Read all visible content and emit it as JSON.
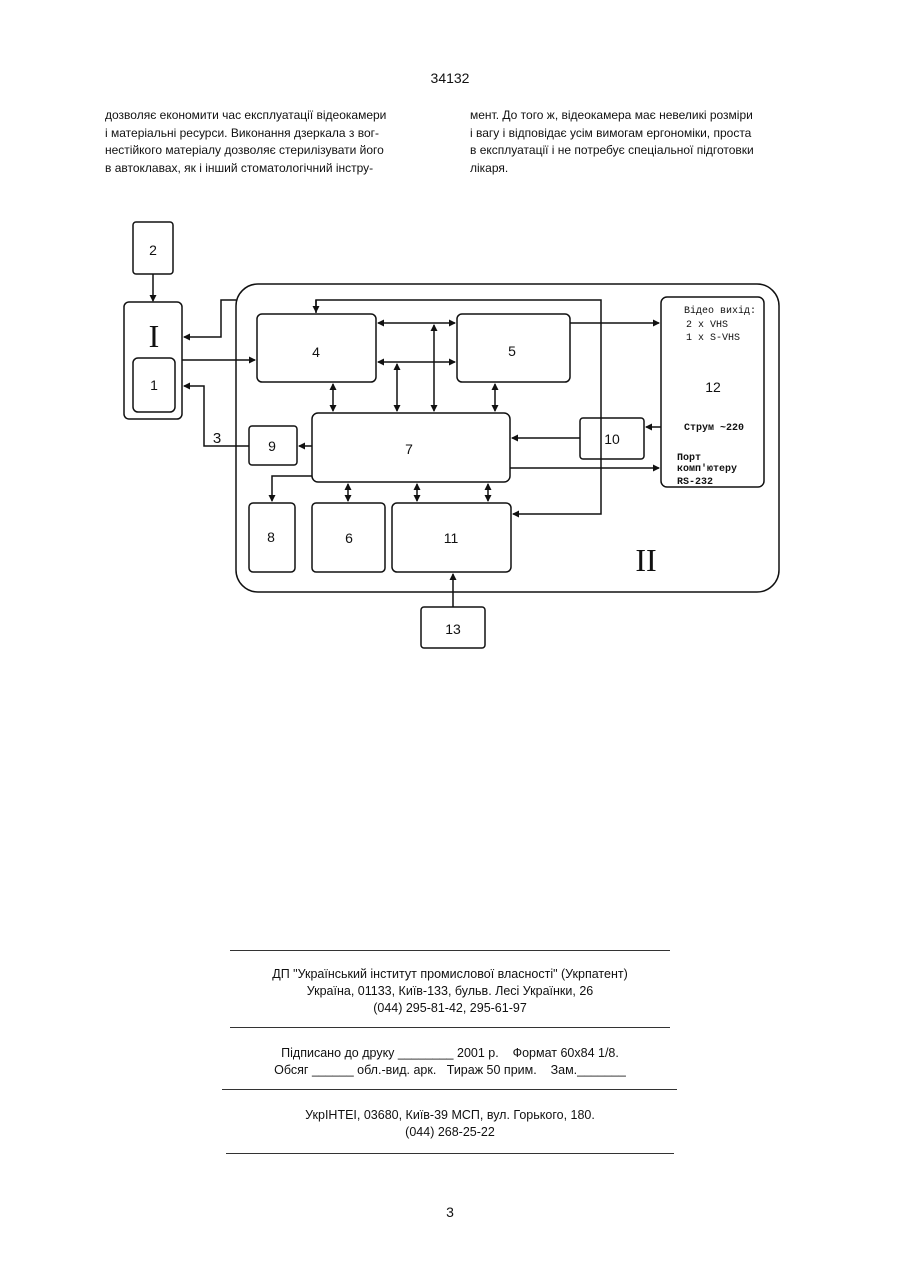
{
  "header": {
    "patent_number": "34132"
  },
  "body_text": {
    "left_column": [
      "дозволяє економити час експлуатації відеокамери",
      "і матеріальні ресурси. Виконання дзеркала з вог-",
      "нестійкого матеріалу дозволяє стерилізувати його",
      "в автоклавах, як і інший стоматологічний інстру-"
    ],
    "right_column": [
      "мент. До того ж, відеокамера має невеликі розміри",
      "і вагу і відповідає усім вимогам ергономіки, проста",
      "в експлуатації і не потребує спеціальної підготовки",
      "лікаря."
    ]
  },
  "diagram": {
    "blocks": {
      "b1": "1",
      "b2": "2",
      "b4": "4",
      "b5": "5",
      "b6": "6",
      "b7": "7",
      "b8": "8",
      "b9": "9",
      "b10": "10",
      "b11": "11",
      "b12": "12",
      "b13": "13"
    },
    "group_labels": {
      "unit_I": "I",
      "unit_II": "II",
      "line_3": "3"
    },
    "block12_text": {
      "video_out": "Відео вихід:",
      "vhs": "2 x VHS",
      "svhs": "1 x S-VHS",
      "power": "Струм ~220",
      "port": "Порт",
      "computer": "комп'ютеру",
      "rs232": "RS-232"
    }
  },
  "footer": {
    "org_lines": [
      "ДП \"Український інститут промислової власності\" (Укрпатент)",
      "Україна, 01133, Київ-133, бульв. Лесі Українки, 26",
      "(044) 295-81-42, 295-61-97"
    ],
    "print_lines": [
      "Підписано до друку ________ 2001 р.    Формат 60х84 1/8.",
      "Обсяг ______ обл.-вид. арк.   Тираж 50 прим.    Зам._______"
    ],
    "printer_lines": [
      "УкрІНТЕІ, 03680, Київ-39 МСП, вул. Горького, 180.",
      "(044) 268-25-22"
    ]
  },
  "page": {
    "number": "3"
  }
}
